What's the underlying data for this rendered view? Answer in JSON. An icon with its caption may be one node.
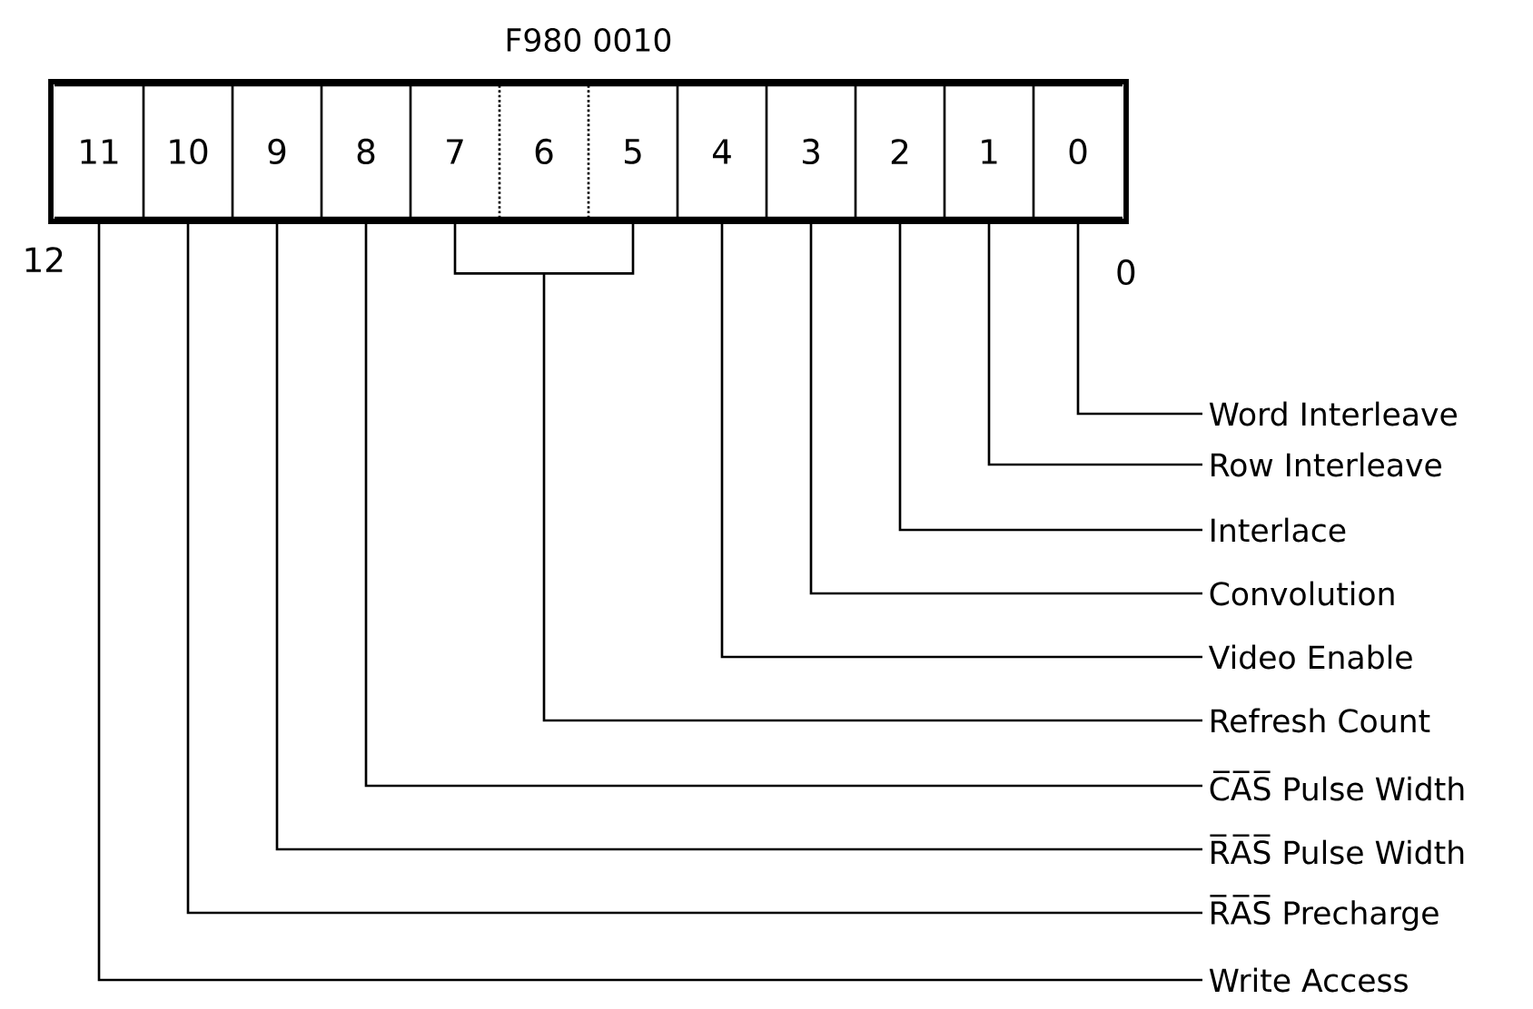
{
  "diagram": {
    "title": "F980 0010",
    "nodes": [
      {
        "text": [
          "11"
        ]
      },
      {
        "text": [
          "10"
        ]
      },
      {
        "text": [
          "9"
        ]
      },
      {
        "text": [
          "8"
        ]
      },
      {
        "text": [
          "7"
        ]
      },
      {
        "text": [
          "6"
        ]
      },
      {
        "text": [
          "5"
        ]
      },
      {
        "text": [
          "4"
        ]
      },
      {
        "text": [
          "3"
        ]
      },
      {
        "text": [
          "2"
        ]
      },
      {
        "text": [
          "1"
        ]
      },
      {
        "text": [
          "0"
        ]
      },
      {
        "text": [
          "Word Interleave"
        ]
      },
      {
        "text": [
          "Row Interleave"
        ]
      },
      {
        "text": [
          "Interlace"
        ]
      },
      {
        "text": [
          "Convolution"
        ]
      },
      {
        "text": [
          "Video Enable"
        ]
      },
      {
        "text": [
          "Refresh Count"
        ]
      },
      {
        "text": [
          "C̅A̅S̅ Pulse Width"
        ]
      },
      {
        "text": [
          "R̅A̅S̅ Pulse Width"
        ]
      },
      {
        "text": [
          "R̅A̅S̅ Precharge"
        ]
      },
      {
        "text": [
          "Write Access"
        ]
      }
    ],
    "edges": [
      {
        "from": 11,
        "to": 12,
        "arrow": "none"
      },
      {
        "from": 10,
        "to": 13,
        "arrow": "none"
      },
      {
        "from": 9,
        "to": 14,
        "arrow": "none"
      },
      {
        "from": 8,
        "to": 15,
        "arrow": "none"
      },
      {
        "from": 7,
        "to": 16,
        "arrow": "none"
      },
      {
        "from": 4,
        "to": 17,
        "arrow": "none"
      },
      {
        "from": 6,
        "to": 17,
        "arrow": "none"
      },
      {
        "from": 3,
        "to": 18,
        "arrow": "none"
      },
      {
        "from": 2,
        "to": 19,
        "arrow": "none"
      },
      {
        "from": 1,
        "to": 20,
        "arrow": "none"
      },
      {
        "from": 0,
        "to": 21,
        "arrow": "none"
      }
    ],
    "labels": [
      "12",
      "0"
    ]
  }
}
